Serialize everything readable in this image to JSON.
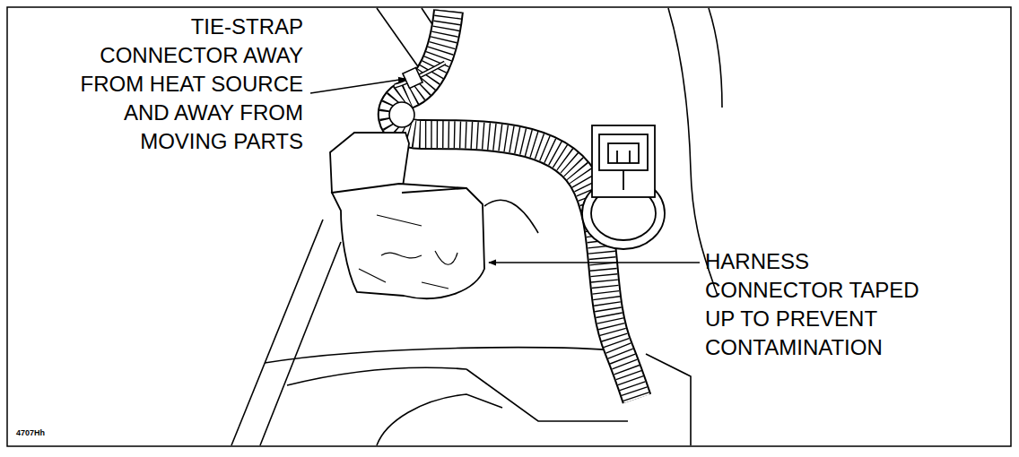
{
  "diagram": {
    "labels": [
      "TIE-STRAP CONNECTOR AWAY FROM HEAT SOURCE AND AWAY FROM MOVING PARTS",
      "HARNESS CONNECTOR TAPED UP TO PREVENT CONTAMINATION",
      "4707Hh"
    ]
  }
}
